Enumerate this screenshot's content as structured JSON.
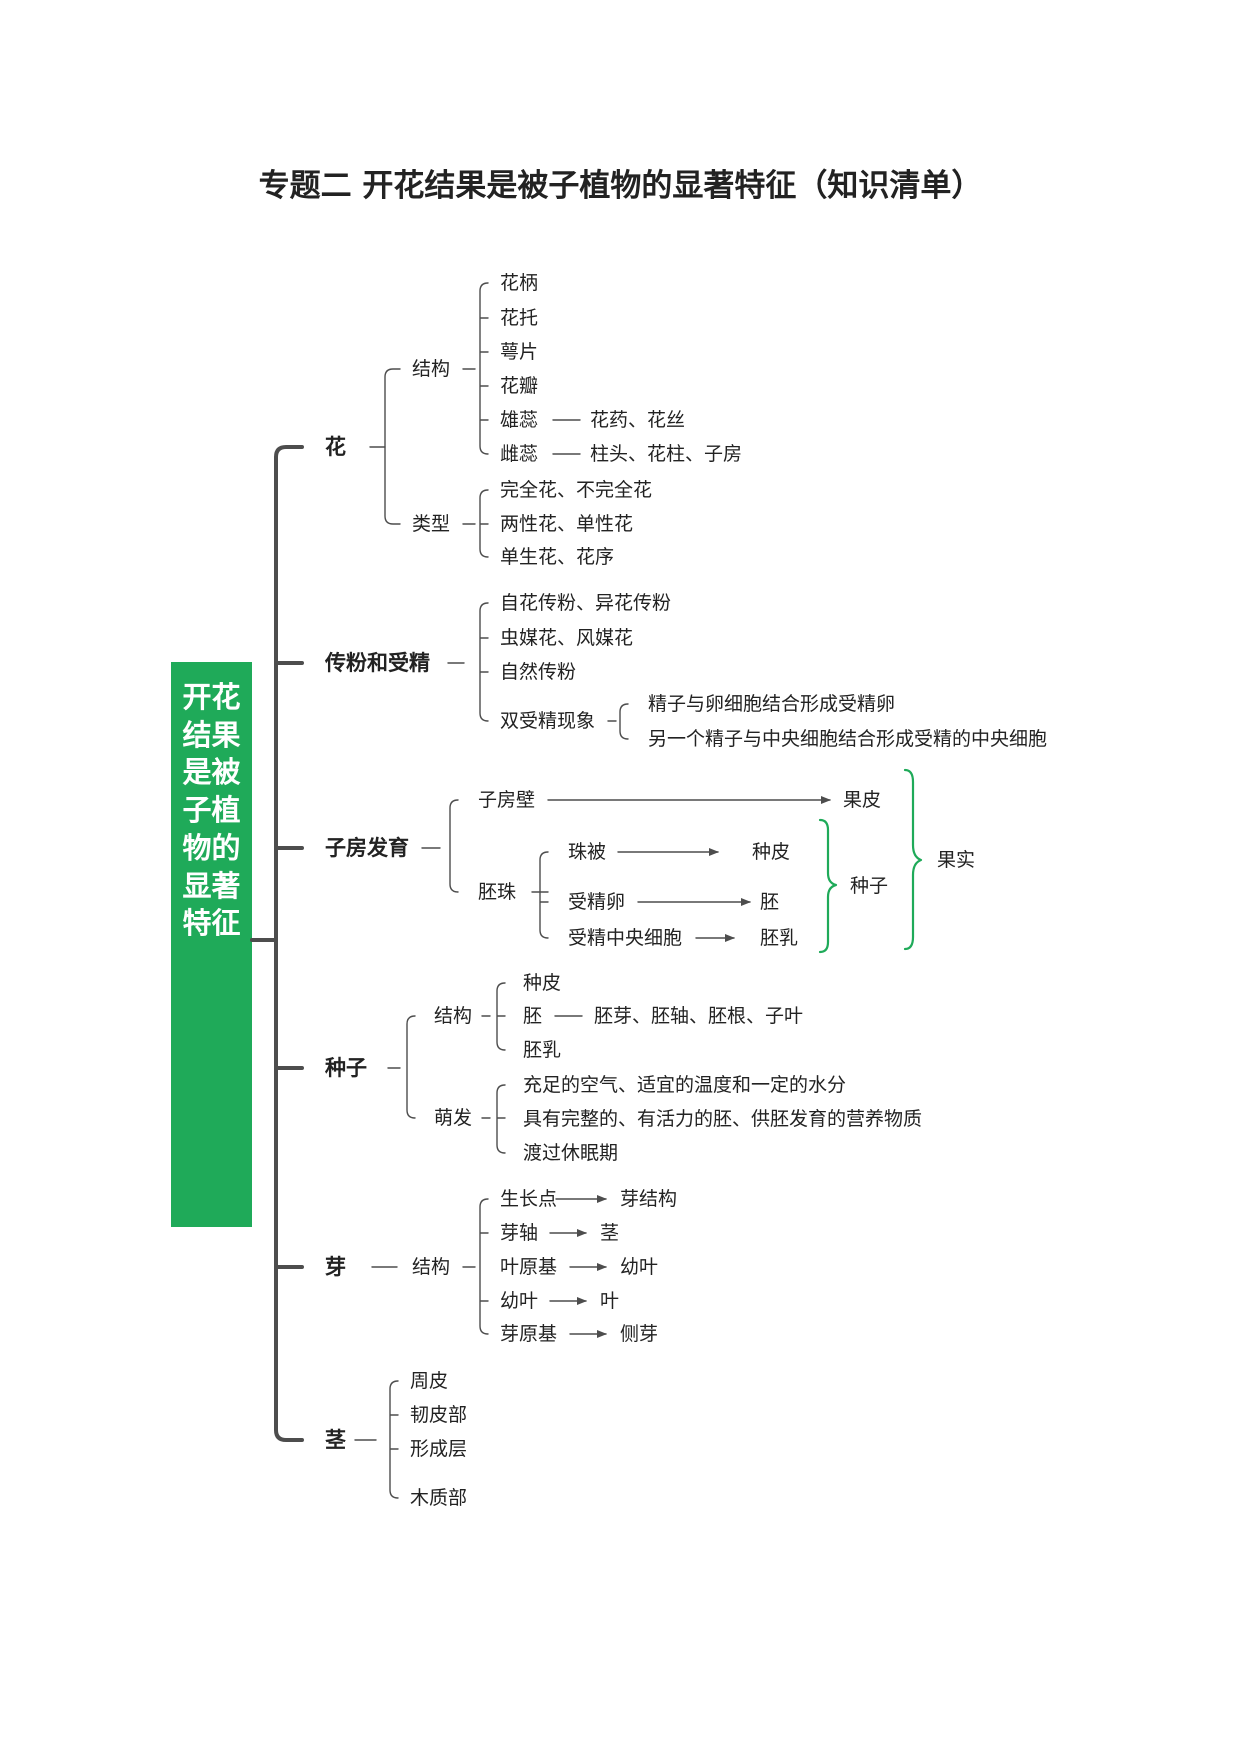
{
  "title": "专题二 开花结果是被子植物的显著特征（知识清单）",
  "central": "开花结果是被子植物的显著特征",
  "colors": {
    "accent": "#1faa59",
    "line": "#4d4d4d"
  },
  "branches": {
    "flower": {
      "label": "花",
      "structure": {
        "label": "结构",
        "items": [
          "花柄",
          "花托",
          "萼片",
          "花瓣",
          "雄蕊",
          "雌蕊"
        ],
        "stamen_detail": "花药、花丝",
        "pistil_detail": "柱头、花柱、子房"
      },
      "types": {
        "label": "类型",
        "items": [
          "完全花、不完全花",
          "两性花、单性花",
          "单生花、花序"
        ]
      }
    },
    "pollination": {
      "label": "传粉和受精",
      "items": [
        "自花传粉、异花传粉",
        "虫媒花、风媒花",
        "自然传粉",
        "双受精现象"
      ],
      "double_fertilization": [
        "精子与卵细胞结合形成受精卵",
        "另一个精子与中央细胞结合形成受精的中央细胞"
      ]
    },
    "ovary": {
      "label": "子房发育",
      "ovary_wall": "子房壁",
      "pericarp": "果皮",
      "ovule": "胚珠",
      "integument": "珠被",
      "seed_coat": "种皮",
      "zygote": "受精卵",
      "embryo": "胚",
      "central_cell": "受精中央细胞",
      "endosperm": "胚乳",
      "seed": "种子",
      "fruit": "果实"
    },
    "seed": {
      "label": "种子",
      "structure": {
        "label": "结构",
        "items": [
          "种皮",
          "胚",
          "胚乳"
        ],
        "embryo_detail": "胚芽、胚轴、胚根、子叶"
      },
      "germination": {
        "label": "萌发",
        "items": [
          "充足的空气、适宜的温度和一定的水分",
          "具有完整的、有活力的胚、供胚发育的营养物质",
          "渡过休眠期"
        ]
      }
    },
    "bud": {
      "label": "芽",
      "structure_label": "结构",
      "items": [
        {
          "from": "生长点",
          "to": "芽结构"
        },
        {
          "from": "芽轴",
          "to": "茎"
        },
        {
          "from": "叶原基",
          "to": "幼叶"
        },
        {
          "from": "幼叶",
          "to": "叶"
        },
        {
          "from": "芽原基",
          "to": "侧芽"
        }
      ]
    },
    "stem": {
      "label": "茎",
      "items": [
        "周皮",
        "韧皮部",
        "形成层",
        "木质部"
      ]
    }
  }
}
